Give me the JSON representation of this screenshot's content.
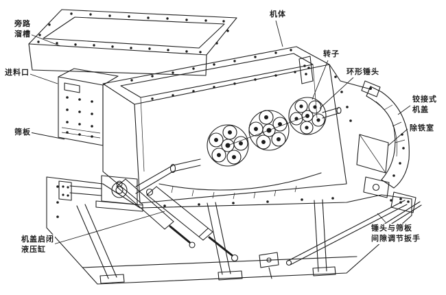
{
  "colors": {
    "background": "#ffffff",
    "ink": "#1c1c1c"
  },
  "diagram": {
    "labels": [
      {
        "id": "bypass-chute",
        "text": "旁路溜槽",
        "lines": [
          "旁路",
          "溜槽"
        ]
      },
      {
        "id": "feed-inlet",
        "text": "进料口",
        "lines": [
          "进料口"
        ]
      },
      {
        "id": "screen-plate",
        "text": "筛板",
        "lines": [
          "筛板"
        ]
      },
      {
        "id": "machine-body",
        "text": "机体",
        "lines": [
          "机体"
        ]
      },
      {
        "id": "rotor",
        "text": "转子",
        "lines": [
          "转子"
        ]
      },
      {
        "id": "ring-hammers",
        "text": "环形锤头",
        "lines": [
          "环形锤头"
        ]
      },
      {
        "id": "hinged-cover",
        "text": "铰接式机盖",
        "lines": [
          "铰接式",
          "机盖"
        ]
      },
      {
        "id": "iron-removal-chamber",
        "text": "除铁室",
        "lines": [
          "除铁室"
        ]
      },
      {
        "id": "gap-adjustment-wrench",
        "text": "锤头与筛板间隙调节扳手",
        "lines": [
          "锤头与筛板",
          "间隙调节扳手"
        ]
      },
      {
        "id": "cover-hydraulic-cylinder",
        "text": "机盖启闭液压缸",
        "lines": [
          "机盖启闭",
          "液压缸"
        ]
      }
    ]
  }
}
